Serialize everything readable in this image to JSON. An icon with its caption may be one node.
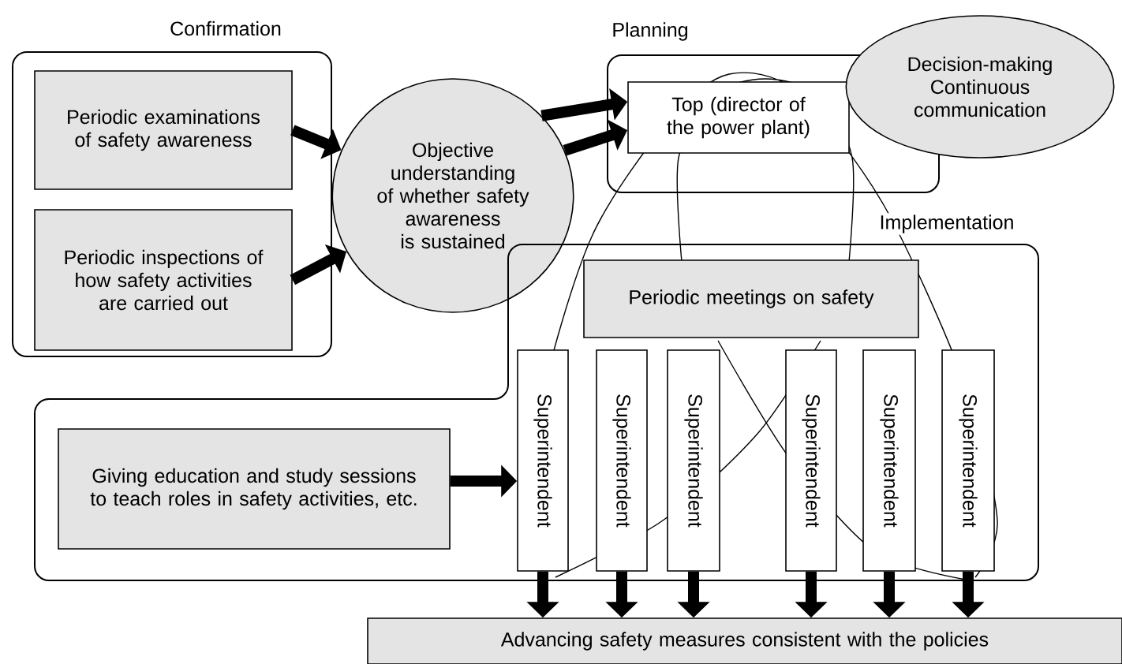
{
  "diagram": {
    "nodes": [
      {
        "text": [
          "Confirmation"
        ]
      },
      {
        "text": [
          "Periodic examinations of safety awareness"
        ],
        "in": 0
      },
      {
        "text": [
          "Periodic inspections of how safety activities are carried out"
        ],
        "in": 0
      },
      {
        "text": [
          "Objective understanding of whether safety awareness is sustained"
        ]
      },
      {
        "text": [
          "Planning"
        ]
      },
      {
        "text": [
          "Top (director of the power plant)"
        ],
        "in": 4
      },
      {
        "text": [
          "Decision-making Continuous communication"
        ]
      },
      {
        "text": [
          "Implementation"
        ]
      },
      {
        "text": [
          "Periodic meetings on safety"
        ],
        "in": 7
      },
      {
        "text": [
          "Giving education and study sessions to teach roles in safety activities, etc."
        ],
        "in": 7
      },
      {
        "text": [
          "Superintendent"
        ],
        "in": 7
      },
      {
        "text": [
          "Superintendent"
        ],
        "in": 7
      },
      {
        "text": [
          "Superintendent"
        ],
        "in": 7
      },
      {
        "text": [
          "Superintendent"
        ],
        "in": 7
      },
      {
        "text": [
          "Superintendent"
        ],
        "in": 7
      },
      {
        "text": [
          "Superintendent"
        ],
        "in": 7
      },
      {
        "text": [
          "Advancing safety measures consistent with the policies"
        ]
      }
    ],
    "edges": [
      {
        "from": 1,
        "to": 3,
        "arrow": "to"
      },
      {
        "from": 2,
        "to": 3,
        "arrow": "to"
      },
      {
        "from": 3,
        "to": 5,
        "arrow": "to"
      },
      {
        "from": 3,
        "to": 5,
        "arrow": "to"
      },
      {
        "from": 9,
        "to": 10,
        "arrow": "to"
      },
      {
        "from": 10,
        "to": 16,
        "arrow": "to"
      },
      {
        "from": 11,
        "to": 16,
        "arrow": "to"
      },
      {
        "from": 12,
        "to": 16,
        "arrow": "to"
      },
      {
        "from": 13,
        "to": 16,
        "arrow": "to"
      },
      {
        "from": 14,
        "to": 16,
        "arrow": "to"
      },
      {
        "from": 15,
        "to": 16,
        "arrow": "to"
      }
    ]
  }
}
